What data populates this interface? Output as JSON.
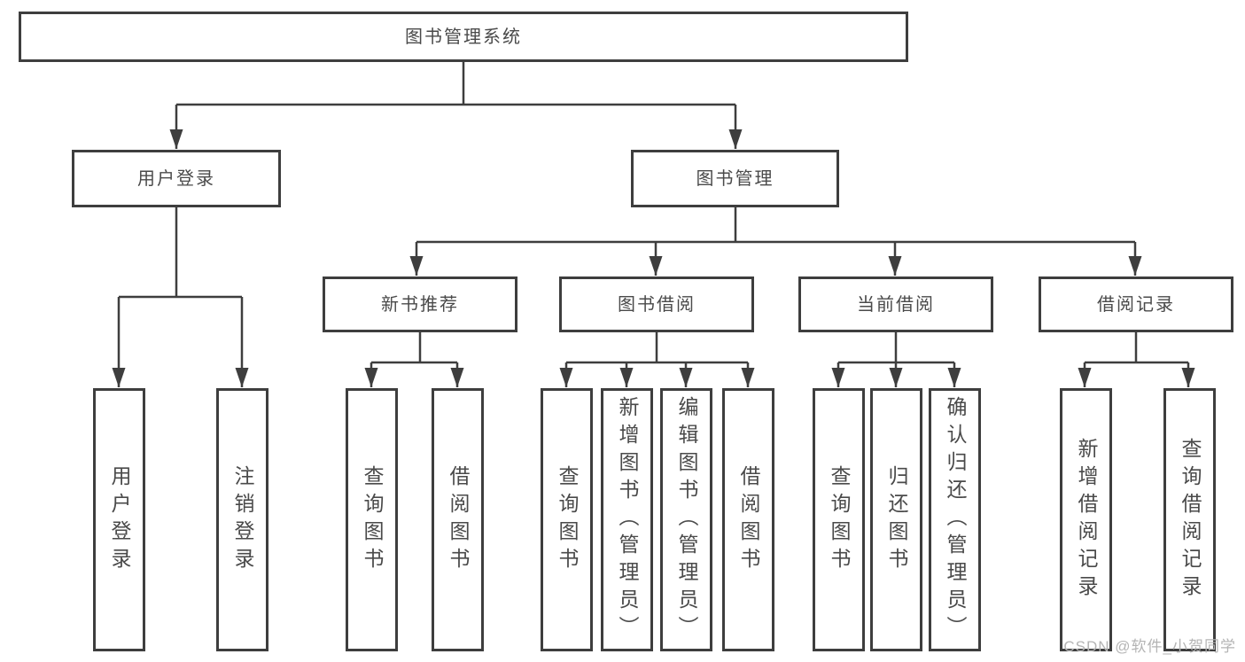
{
  "nodes": {
    "root": "图书管理系统",
    "user_login": "用户登录",
    "book_mgmt": "图书管理",
    "new_books": "新书推荐",
    "book_borrow": "图书借阅",
    "current_borrow": "当前借阅",
    "borrow_records": "借阅记录",
    "leaves": {
      "g1": [
        "用户登录",
        "注销登录"
      ],
      "g2": [
        "查询图书",
        "借阅图书"
      ],
      "g3": [
        "查询图书",
        "新增图书（管理员）",
        "编辑图书（管理员）",
        "借阅图书"
      ],
      "g4": [
        "查询图书",
        "归还图书",
        "确认归还（管理员）"
      ],
      "g5": [
        "新增借阅记录",
        "查询借阅记录"
      ]
    }
  },
  "hierarchy": {
    "图书管理系统": [
      "用户登录",
      "图书管理"
    ],
    "用户登录": [
      "用户登录",
      "注销登录"
    ],
    "图书管理": [
      "新书推荐",
      "图书借阅",
      "当前借阅",
      "借阅记录"
    ],
    "新书推荐": [
      "查询图书",
      "借阅图书"
    ],
    "图书借阅": [
      "查询图书",
      "新增图书（管理员）",
      "编辑图书（管理员）",
      "借阅图书"
    ],
    "当前借阅": [
      "查询图书",
      "归还图书",
      "确认归还（管理员）"
    ],
    "借阅记录": [
      "新增借阅记录",
      "查询借阅记录"
    ]
  },
  "watermark": "CSDN @软件_小贺同学",
  "colors": {
    "line": "#3e3e3e",
    "text": "#4a4a4a",
    "watermark": "#b4b4b4",
    "background": "#ffffff"
  }
}
